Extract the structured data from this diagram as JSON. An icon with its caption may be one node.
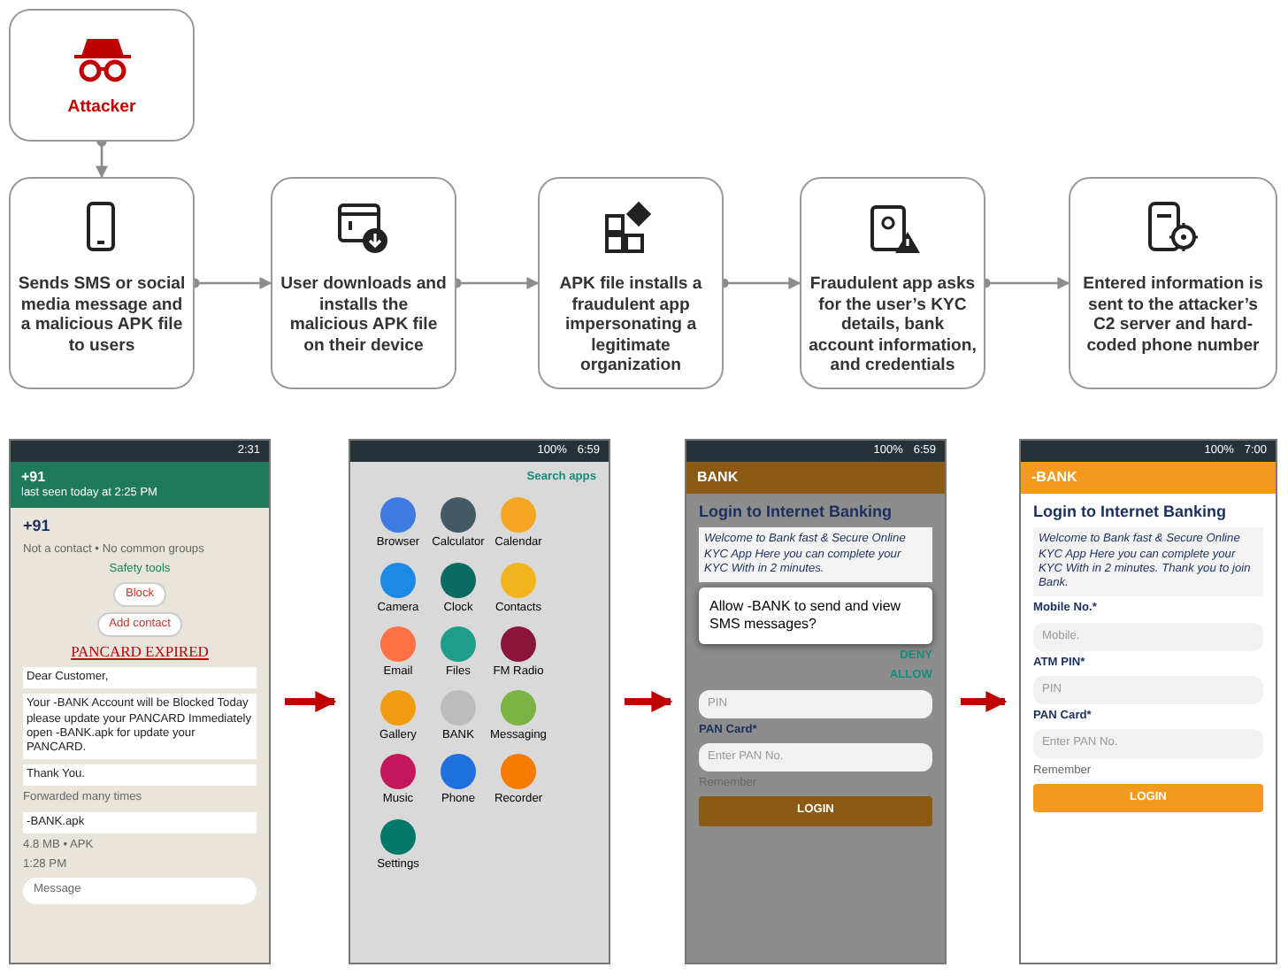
{
  "diagram": {
    "nodes": [
      {
        "text": [
          "Attacker"
        ]
      },
      {
        "text": [
          "Sends SMS or social media message and a malicious APK file to users"
        ]
      },
      {
        "text": [
          "User downloads and installs the malicious APK file on their device"
        ]
      },
      {
        "text": [
          "APK file installs a fraudulent app impersonating a legitimate organization"
        ]
      },
      {
        "text": [
          "Fraudulent app asks for the user’s KYC details, bank account information, and credentials"
        ]
      },
      {
        "text": [
          "Entered information is sent to the attacker’s C2 server and hard-coded phone number"
        ]
      },
      {
        "text": [
          "2:31",
          "+91",
          "last seen today at 2:25 PM",
          "+91",
          "Not a contact • No common groups",
          "Safety tools",
          "Block",
          "Add contact",
          "PANCARD EXPIRED",
          "Dear Customer,",
          "Your -BANK Account will be Blocked Today please update your PANCARD Immediately open -BANK.apk for update your PANCARD.",
          "Thank You.",
          "Forwarded many times",
          "-BANK.apk",
          "4.8 MB • APK",
          "1:28 PM",
          "Message"
        ]
      },
      {
        "text": [
          "100%",
          "6:59",
          "Search apps",
          "Browser",
          "Calculator",
          "Calendar",
          "Camera",
          "Clock",
          "Contacts",
          "Email",
          "Files",
          "FM Radio",
          "Gallery",
          "BANK",
          "Messaging",
          "Music",
          "Phone",
          "Recorder",
          "Settings"
        ]
      },
      {
        "text": [
          "100%",
          "6:59",
          "BANK",
          "Login to Internet Banking",
          "Welcome to Bank fast & Secure Online KYC App Here you can complete your KYC With in 2 minutes.",
          "Allow -BANK to send and view SMS messages?",
          "DENY",
          "ALLOW",
          "PIN",
          "PAN Card*",
          "Enter PAN No.",
          "Remember",
          "LOGIN"
        ]
      },
      {
        "text": [
          "100%",
          "7:00",
          "-BANK",
          "Login to Internet Banking",
          "Welcome to Bank fast & Secure Online KYC App Here you can complete your KYC With in 2 minutes. Thank you to join Bank.",
          "Mobile No.*",
          "Mobile.",
          "ATM PIN*",
          "PIN",
          "PAN Card*",
          "Enter PAN No.",
          "Remember",
          "LOGIN"
        ]
      }
    ],
    "edges": [
      {
        "from": 0,
        "to": 1,
        "arrow": "to"
      },
      {
        "from": 1,
        "to": 2,
        "arrow": "to"
      },
      {
        "from": 2,
        "to": 3,
        "arrow": "to"
      },
      {
        "from": 3,
        "to": 4,
        "arrow": "to"
      },
      {
        "from": 4,
        "to": 5,
        "arrow": "to"
      },
      {
        "from": 6,
        "to": 7,
        "arrow": "to",
        "style": "thick",
        "color": "#c00000"
      },
      {
        "from": 7,
        "to": 8,
        "arrow": "to",
        "style": "thick",
        "color": "#c00000"
      },
      {
        "from": 8,
        "to": 9,
        "arrow": "to",
        "style": "thick",
        "color": "#c00000"
      }
    ]
  }
}
